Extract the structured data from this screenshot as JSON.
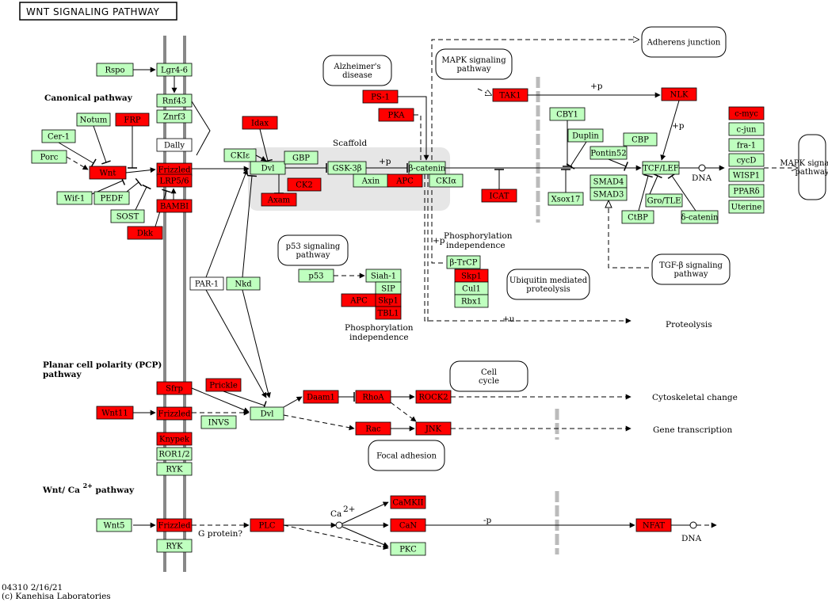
{
  "title": "WNT SIGNALING PATHWAY",
  "footer": {
    "line1": "04310 2/16/21",
    "line2": "(c) Kanehisa Laboratories"
  },
  "sections": {
    "canonical": "Canonical pathway",
    "pcp_line1": "Planar cell polarity (PCP)",
    "pcp_line2": "pathway",
    "ca_prefix": "Wnt/ Ca",
    "ca_sup": "2+",
    "ca_suffix": "pathway"
  },
  "colors": {
    "red": "#ff0000",
    "green": "#bfffbf",
    "white": "#ffffff",
    "scaffold": "#e6e6e6",
    "membrane": "#888888"
  },
  "genes": [
    {
      "t": "Rspo",
      "c": "green"
    },
    {
      "t": "Lgr4-6",
      "c": "green"
    },
    {
      "t": "Rnf43",
      "c": "green"
    },
    {
      "t": "Znrf3",
      "c": "green"
    },
    {
      "t": "Notum",
      "c": "green"
    },
    {
      "t": "FRP",
      "c": "red"
    },
    {
      "t": "Cer-1",
      "c": "green"
    },
    {
      "t": "Porc",
      "c": "green"
    },
    {
      "t": "Dally",
      "c": "white"
    },
    {
      "t": "Wnt",
      "c": "red"
    },
    {
      "t": "Frizzled",
      "c": "red"
    },
    {
      "t": "LRP5/6",
      "c": "red"
    },
    {
      "t": "Wif-1",
      "c": "green"
    },
    {
      "t": "PEDF",
      "c": "green"
    },
    {
      "t": "SOST",
      "c": "green"
    },
    {
      "t": "Dkk",
      "c": "red"
    },
    {
      "t": "BAMBI",
      "c": "red"
    },
    {
      "t": "Idax",
      "c": "red"
    },
    {
      "t": "CKIε",
      "c": "green"
    },
    {
      "t": "Dvl",
      "c": "green"
    },
    {
      "t": "GBP",
      "c": "green"
    },
    {
      "t": "Axam",
      "c": "red"
    },
    {
      "t": "CK2",
      "c": "red"
    },
    {
      "t": "GSK-3β",
      "c": "green"
    },
    {
      "t": "Axin",
      "c": "green"
    },
    {
      "t": "APC",
      "c": "red"
    },
    {
      "t": "β-catenin",
      "c": "green"
    },
    {
      "t": "CKIα",
      "c": "green"
    },
    {
      "t": "PS-1",
      "c": "red"
    },
    {
      "t": "PKA",
      "c": "red"
    },
    {
      "t": "TAK1",
      "c": "red"
    },
    {
      "t": "NLK",
      "c": "red"
    },
    {
      "t": "CBY1",
      "c": "green"
    },
    {
      "t": "Duplin",
      "c": "green"
    },
    {
      "t": "Pontin52",
      "c": "green"
    },
    {
      "t": "CBP",
      "c": "green"
    },
    {
      "t": "ICAT",
      "c": "red"
    },
    {
      "t": "Xsox17",
      "c": "green"
    },
    {
      "t": "SMAD4",
      "c": "green"
    },
    {
      "t": "SMAD3",
      "c": "green"
    },
    {
      "t": "TCF/LEF",
      "c": "green"
    },
    {
      "t": "Gro/TLE",
      "c": "green"
    },
    {
      "t": "CtBP",
      "c": "green"
    },
    {
      "t": "δ-catenin",
      "c": "green"
    },
    {
      "t": "c-myc",
      "c": "red"
    },
    {
      "t": "c-jun",
      "c": "green"
    },
    {
      "t": "fra-1",
      "c": "green"
    },
    {
      "t": "cycD",
      "c": "green"
    },
    {
      "t": "WISP1",
      "c": "green"
    },
    {
      "t": "PPARδ",
      "c": "green"
    },
    {
      "t": "Uterine",
      "c": "green"
    },
    {
      "t": "p53",
      "c": "green"
    },
    {
      "t": "Siah-1",
      "c": "green"
    },
    {
      "t": "SIP",
      "c": "green"
    },
    {
      "t": "APC",
      "c": "red"
    },
    {
      "t": "Skp1",
      "c": "red"
    },
    {
      "t": "TBL1",
      "c": "red"
    },
    {
      "t": "β-TrCP",
      "c": "green"
    },
    {
      "t": "Skp1",
      "c": "red"
    },
    {
      "t": "Cul1",
      "c": "green"
    },
    {
      "t": "Rbx1",
      "c": "green"
    },
    {
      "t": "PAR-1",
      "c": "white"
    },
    {
      "t": "Nkd",
      "c": "green"
    },
    {
      "t": "Sfrp",
      "c": "red"
    },
    {
      "t": "Prickle",
      "c": "red"
    },
    {
      "t": "Wnt11",
      "c": "red"
    },
    {
      "t": "Frizzled",
      "c": "red"
    },
    {
      "t": "INVS",
      "c": "green"
    },
    {
      "t": "Dvl",
      "c": "green"
    },
    {
      "t": "Knypek",
      "c": "red"
    },
    {
      "t": "ROR1/2",
      "c": "green"
    },
    {
      "t": "RYK",
      "c": "green"
    },
    {
      "t": "Daam1",
      "c": "red"
    },
    {
      "t": "RhoA",
      "c": "red"
    },
    {
      "t": "ROCK2",
      "c": "red"
    },
    {
      "t": "Rac",
      "c": "red"
    },
    {
      "t": "JNK",
      "c": "red"
    },
    {
      "t": "Wnt5",
      "c": "green"
    },
    {
      "t": "Frizzled",
      "c": "red"
    },
    {
      "t": "RYK",
      "c": "green"
    },
    {
      "t": "PLC",
      "c": "red"
    },
    {
      "t": "CaMKII",
      "c": "red"
    },
    {
      "t": "CaN",
      "c": "red"
    },
    {
      "t": "PKC",
      "c": "green"
    },
    {
      "t": "NFAT",
      "c": "red"
    }
  ],
  "maps": [
    {
      "t": [
        "Adherens junction"
      ]
    },
    {
      "t": [
        "Alzheimer's",
        "disease"
      ]
    },
    {
      "t": [
        "MAPK signaling",
        "pathway"
      ]
    },
    {
      "t": [
        "p53 signaling",
        "pathway"
      ]
    },
    {
      "t": [
        "Ubiquitin mediated",
        "proteolysis"
      ]
    },
    {
      "t": [
        "TGF-β signaling",
        "pathway"
      ]
    },
    {
      "t": [
        "Cell",
        "cycle"
      ]
    },
    {
      "t": [
        "Focal adhesion"
      ]
    },
    {
      "t": [
        "MAPK signaling",
        "pathway"
      ]
    }
  ],
  "labels": [
    "Scaffold",
    "DNA",
    "+p",
    "+p",
    "+p",
    "+p",
    "+u",
    "Proteolysis",
    "Phosphorylation",
    "independence",
    "Phosphorylation",
    "independence",
    "Cytoskeletal change",
    "Gene transcription",
    "G protein?",
    "Ca",
    "2+",
    "-p",
    "DNA"
  ]
}
